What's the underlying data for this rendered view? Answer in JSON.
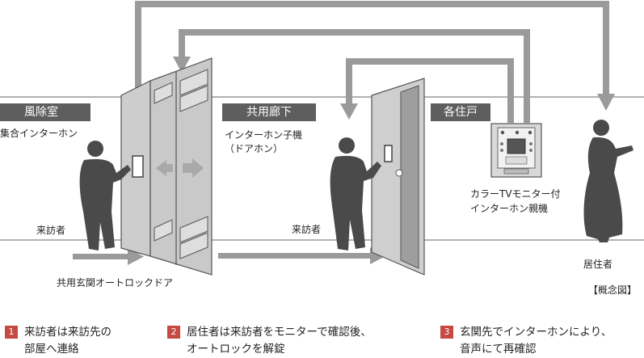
{
  "zones": {
    "vestibule": "風除室",
    "corridor": "共用廊下",
    "unit": "各住戸"
  },
  "labels": {
    "lobby_intercom": "集合インターホン",
    "door_intercom": "インターホン子機\n（ドアホン）",
    "visitor": "来訪者",
    "visitor2": "来訪者",
    "entrance_door": "共用玄関オートロックドア",
    "master_unit": "カラーTVモニター付\nインターホン親機",
    "resident": "居住者",
    "concept": "【概念図】"
  },
  "steps": [
    {
      "num": "1",
      "text": "来訪者は来訪先の\n部屋へ連絡"
    },
    {
      "num": "2",
      "text": "居住者は来訪者をモニターで確認後、\nオートロックを解錠"
    },
    {
      "num": "3",
      "text": "玄関先でインターホンにより、\n音声にて再確認"
    }
  ],
  "colors": {
    "arrow": "#9a9a9a",
    "silhouette": "#4a4a4a",
    "tag_bg": "#5e5e5e",
    "step_badge": "#c44a42"
  },
  "icons": {
    "arrow_head": "triangle-arrow-head",
    "person": "person-silhouette",
    "slide": "double-arrow-icon"
  }
}
